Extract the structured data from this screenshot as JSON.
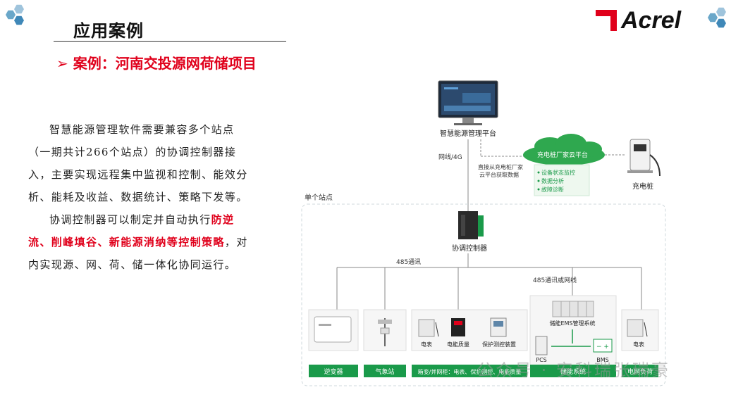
{
  "slide": {
    "title": "应用案例",
    "subtitle_marker": "➢",
    "subtitle": "案例：河南交投源网荷储项目",
    "brand": "Acrel",
    "paragraph1": "智慧能源管理软件需要兼容多个站点（一期共计266个站点）的协调控制器接入，主要实现远程集中监视和控制、能效分析、能耗及收益、数据统计、策略下发等。",
    "paragraph2_pre": "协调控制器可以制定并自动执行",
    "paragraph2_highlight": "防逆流、削峰填谷、新能源消纳等控制策略",
    "paragraph2_post": "，对内实现源、网、荷、储一体化协同运行。",
    "watermark": "公众号 · 安科瑞张瑞豪"
  },
  "diagram": {
    "platform_label": "智慧能源管理平台",
    "link_label": "网线/4G",
    "cloud_note": "直接从充电桩厂家云平台获取数据",
    "cloud_label": "充电桩厂家云平台",
    "cloud_features": [
      "设备状态监控",
      "数据分析",
      "故障诊断"
    ],
    "charger_label": "充电桩",
    "site_label": "单个站点",
    "controller_label": "协调控制器",
    "bus_label": "485通讯",
    "bus_label2": "485通讯或网线",
    "devices": {
      "meter": "电表",
      "power_quality": "电能质量",
      "protection": "保护测控装置",
      "ems": "储能EMS管理系统",
      "pcs": "PCS",
      "bms": "BMS",
      "meter2": "电表"
    },
    "categories": [
      "逆变器",
      "气象站",
      "箱变/并网柜：电表、保护测控、电能质量",
      "储能系统",
      "电网负荷"
    ],
    "colors": {
      "green": "#1a9a4a",
      "red": "#e0001b",
      "blue": "#6aa7c9"
    }
  }
}
